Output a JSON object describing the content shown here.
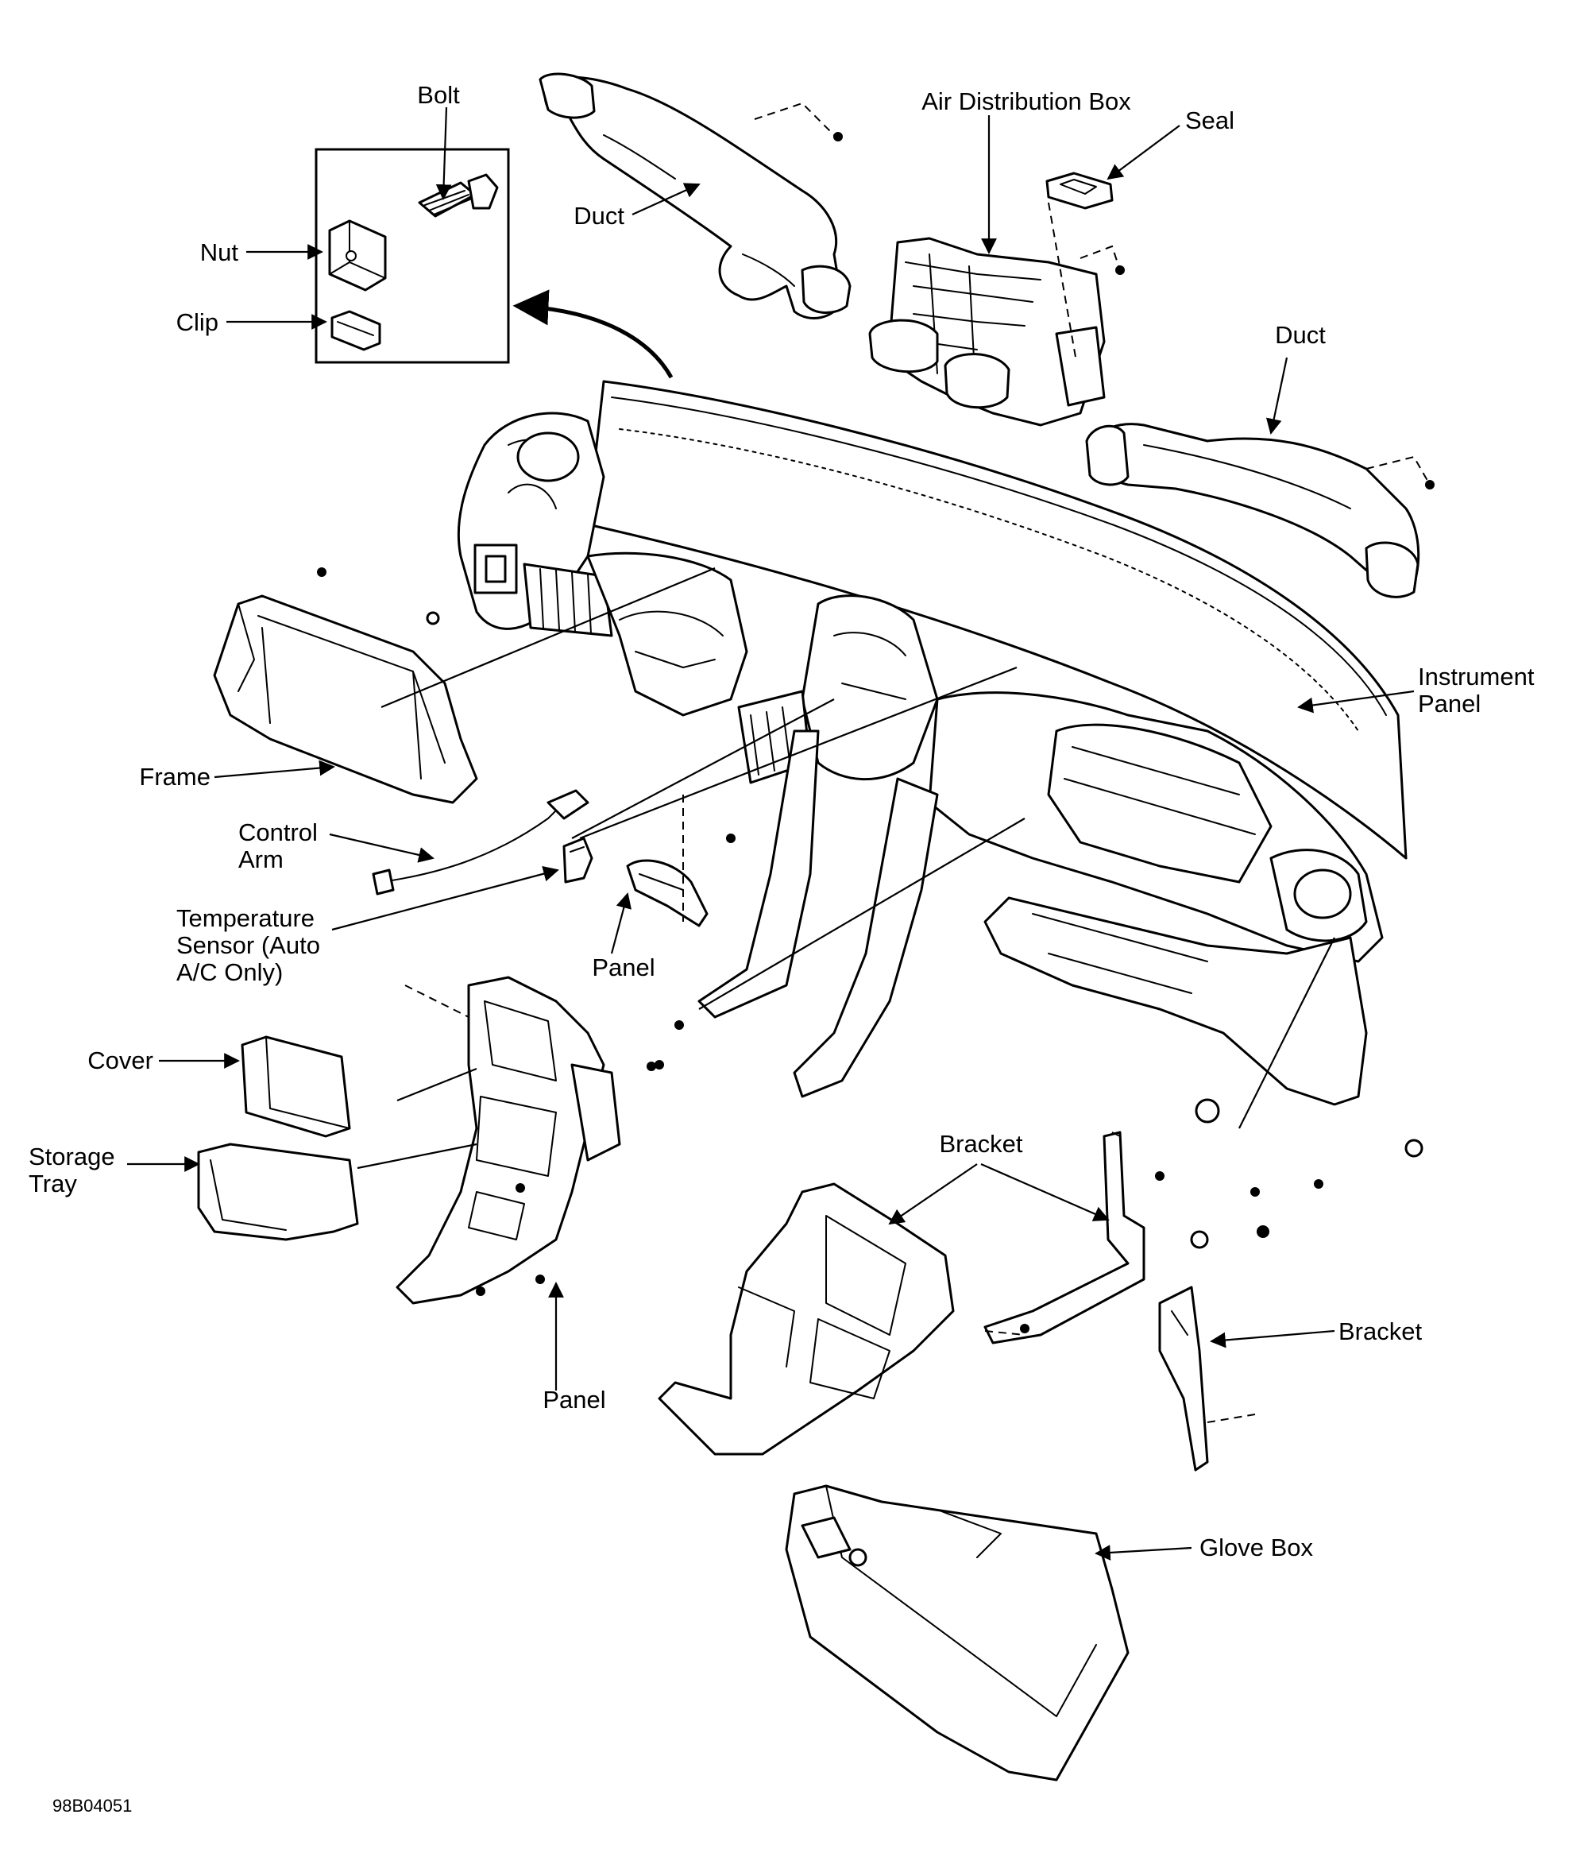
{
  "labels": {
    "bolt": "Bolt",
    "nut": "Nut",
    "clip": "Clip",
    "duct_upper": "Duct",
    "air_distribution_box": "Air Distribution Box",
    "seal": "Seal",
    "duct_right": "Duct",
    "instrument_panel_1": "Instrument",
    "instrument_panel_2": "Panel",
    "frame": "Frame",
    "control_arm_1": "Control",
    "control_arm_2": "Arm",
    "temp_sensor_1": "Temperature",
    "temp_sensor_2": "Sensor (Auto",
    "temp_sensor_3": "A/C Only)",
    "panel_center": "Panel",
    "cover": "Cover",
    "storage_tray_1": "Storage",
    "storage_tray_2": "Tray",
    "panel_lower": "Panel",
    "bracket_center": "Bracket",
    "bracket_right": "Bracket",
    "glove_box": "Glove Box"
  },
  "figure_code": "98B04051"
}
